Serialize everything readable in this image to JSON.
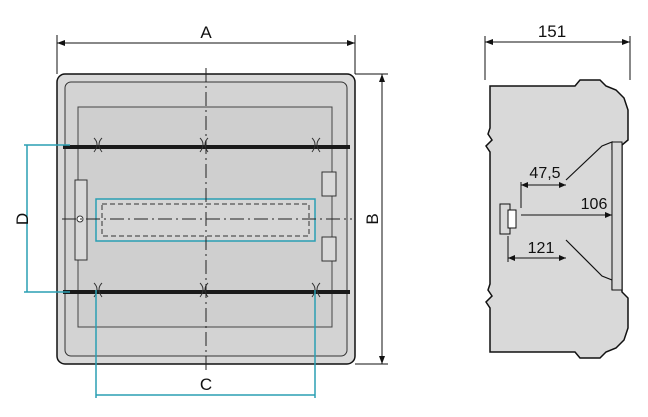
{
  "front_view": {
    "label_width": "A",
    "label_height": "B",
    "label_inner_width": "C",
    "label_inner_height": "D"
  },
  "side_view": {
    "depth_total": "151",
    "dim_rail_offset": "47,5",
    "dim_mid": "106",
    "dim_inner": "121"
  },
  "colors": {
    "enclosure_fill": "#d9d9d9",
    "dimension_highlight": "#2a9fb3",
    "line": "#111111"
  }
}
